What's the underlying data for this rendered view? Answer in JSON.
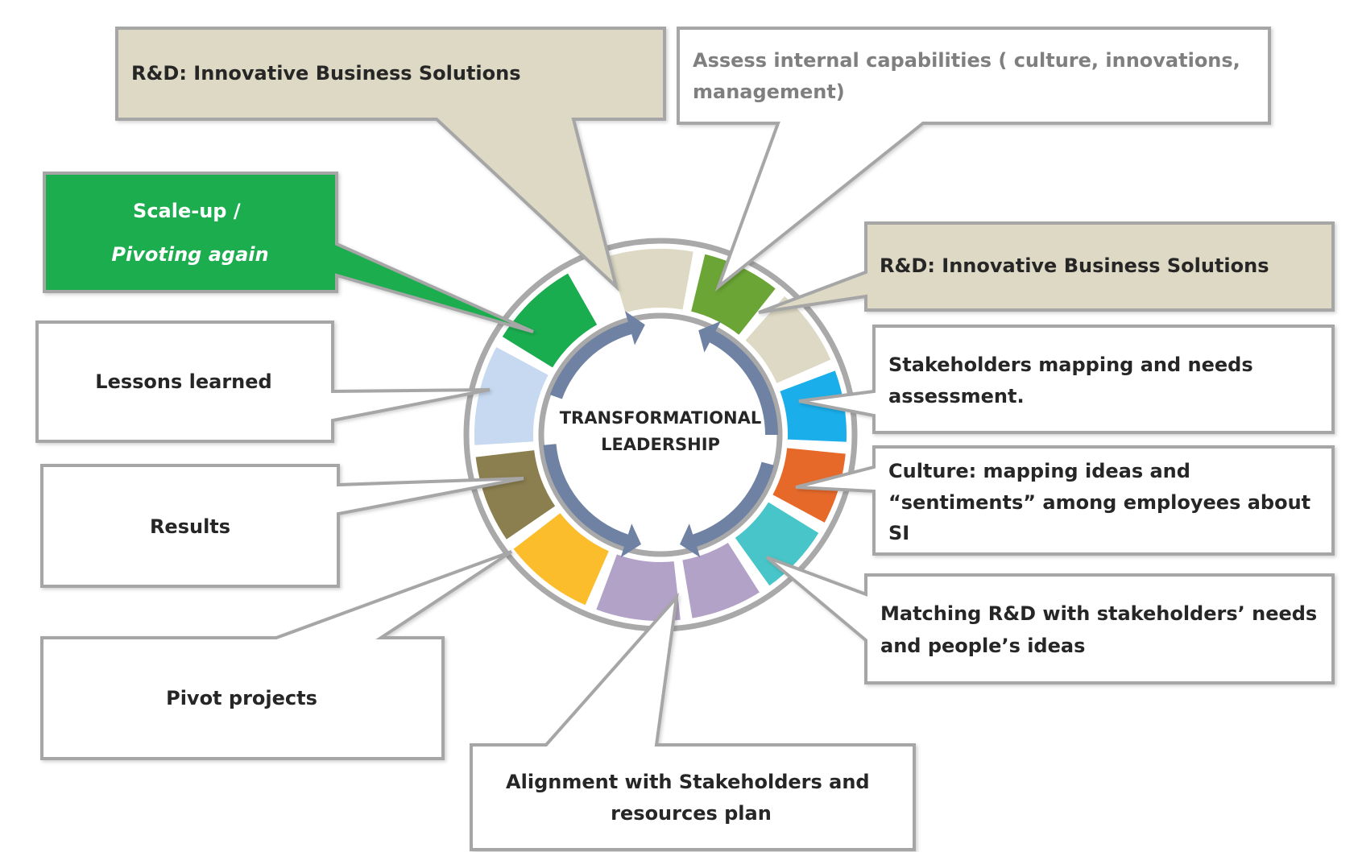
{
  "center": {
    "line1": "TRANSFORMATIONAL",
    "line2": "LEADERSHIP"
  },
  "colors": {
    "beige_fill": "#ddd9c4",
    "green": "#1aad4f",
    "olive_green": "#6aa535",
    "sky_blue": "#1aaeeb",
    "orange": "#e6692a",
    "teal": "#47c5c8",
    "lavender": "#b3a2c7",
    "gold": "#fbbd2c",
    "khaki": "#8b7e4f",
    "light_blue": "#c6d9f0",
    "arrow": "#6f82a3",
    "ring_border": "#9a9a9a",
    "box_border": "#a6a6a6"
  },
  "callouts": {
    "rd_top": {
      "lines": [
        "R&D: Innovative Business Solutions"
      ]
    },
    "assess": {
      "lines": [
        "Assess internal capabilities ( culture, innovations,",
        "management)"
      ]
    },
    "rd_right": {
      "lines": [
        "R&D: Innovative Business Solutions"
      ]
    },
    "stakeholders": {
      "lines": [
        "Stakeholders mapping and needs",
        "assessment."
      ]
    },
    "culture": {
      "lines": [
        "Culture: mapping ideas  and",
        "“sentiments” among employees about",
        "SI"
      ]
    },
    "matching": {
      "lines": [
        "Matching R&D with stakeholders’ needs",
        "and people’s ideas"
      ]
    },
    "alignment": {
      "lines": [
        "Alignment with Stakeholders and",
        "resources plan"
      ]
    },
    "pivot": {
      "lines": [
        "Pivot projects"
      ]
    },
    "results": {
      "lines": [
        "Results"
      ]
    },
    "lessons": {
      "lines": [
        "Lessons learned"
      ]
    },
    "scaleup": {
      "lines": [
        "Scale-up /",
        "Pivoting again"
      ]
    }
  }
}
